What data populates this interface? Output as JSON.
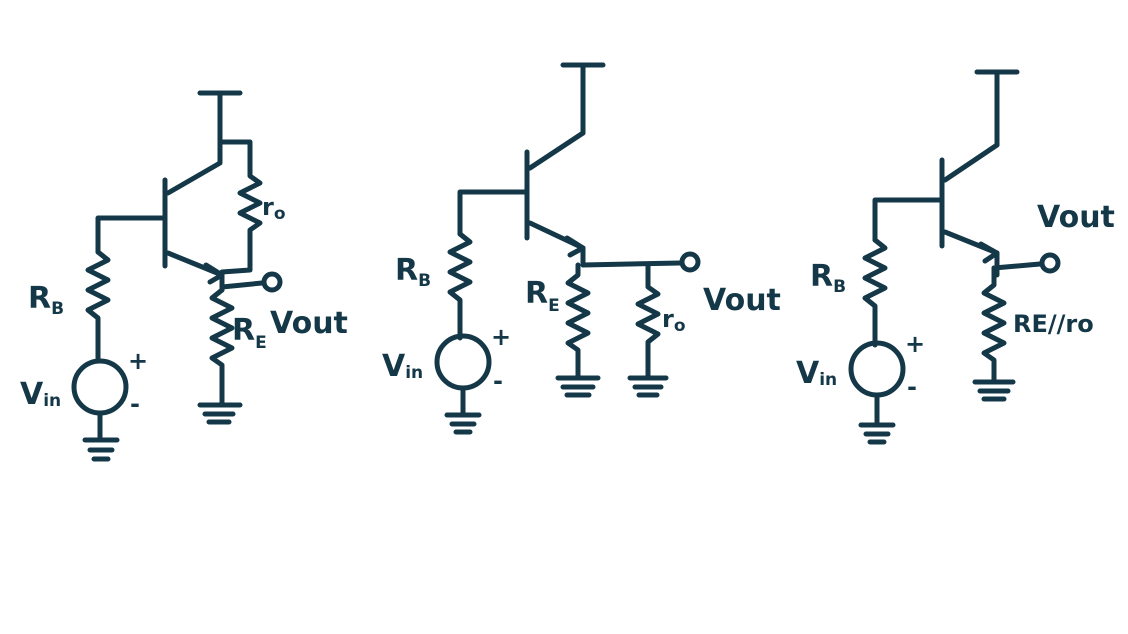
{
  "colors": {
    "ink": "#143848",
    "background": "#ffffff"
  },
  "circuits": [
    {
      "labels": {
        "rb_main": "R",
        "rb_sub": "B",
        "re_main": "R",
        "re_sub": "E",
        "ro_main": "r",
        "ro_sub": "o",
        "vout": "Vout",
        "vin_main": "V",
        "vin_sub": "in",
        "plus": "+",
        "minus": "-"
      }
    },
    {
      "labels": {
        "rb_main": "R",
        "rb_sub": "B",
        "re_main": "R",
        "re_sub": "E",
        "ro_main": "r",
        "ro_sub": "o",
        "vout": "Vout",
        "vin_main": "V",
        "vin_sub": "in",
        "plus": "+",
        "minus": "-"
      }
    },
    {
      "labels": {
        "rb_main": "R",
        "rb_sub": "B",
        "req": "RE//ro",
        "vout": "Vout",
        "vin_main": "V",
        "vin_sub": "in",
        "plus": "+",
        "minus": "-"
      }
    }
  ]
}
